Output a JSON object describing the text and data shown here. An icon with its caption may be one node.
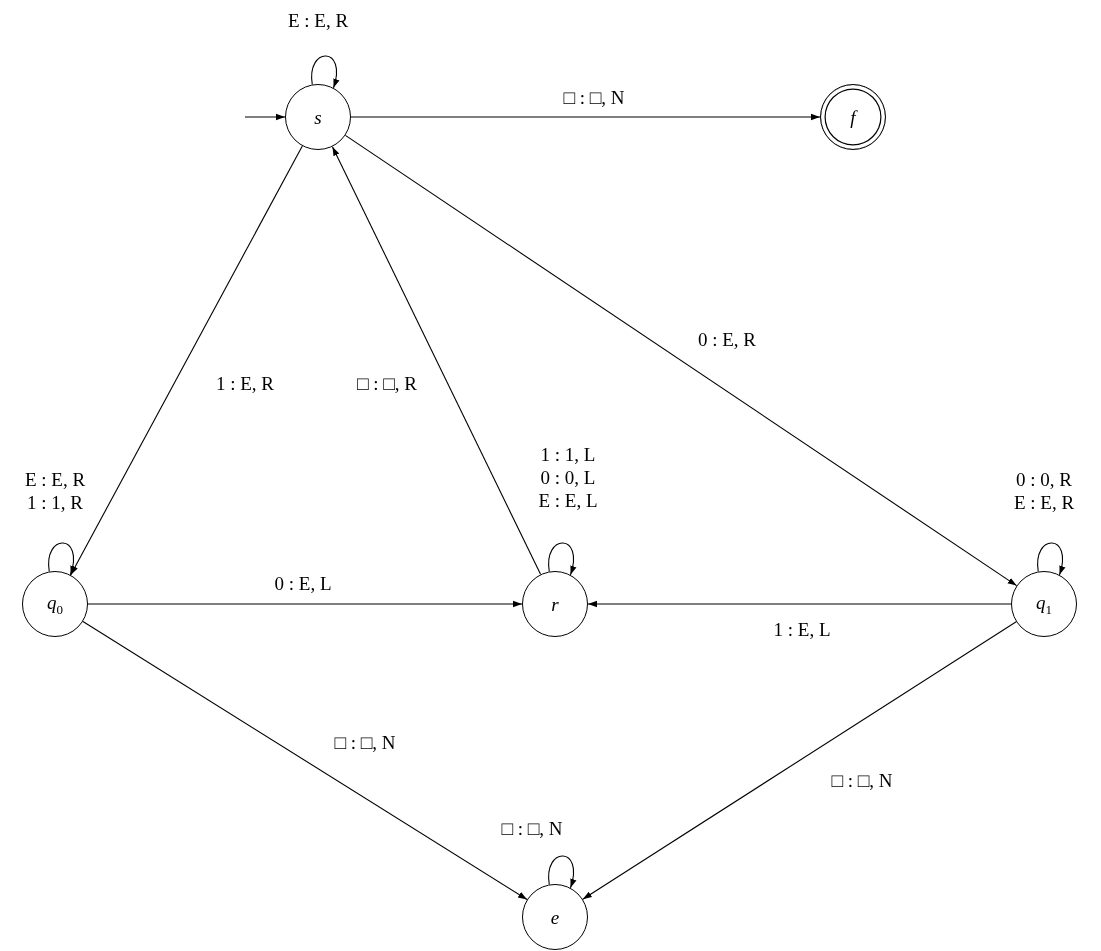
{
  "diagram": {
    "nodes": [
      {
        "text": [
          "s"
        ]
      },
      {
        "text": [
          "f"
        ]
      },
      {
        "text": [
          "q$_{0}$"
        ]
      },
      {
        "text": [
          "r"
        ]
      },
      {
        "text": [
          "q$_{1}$"
        ]
      },
      {
        "text": [
          "e"
        ]
      }
    ],
    "edges": [
      {
        "from": null,
        "to": 0,
        "arrow": "to"
      },
      {
        "from": 0,
        "to": 0,
        "arrow": "to",
        "label": "E : E, R"
      },
      {
        "from": 0,
        "to": 1,
        "arrow": "to",
        "label": "□ : □, N"
      },
      {
        "from": 0,
        "to": 2,
        "arrow": "to",
        "label": "1 : E, R"
      },
      {
        "from": 3,
        "to": 0,
        "arrow": "to",
        "label": "□ : □, R"
      },
      {
        "from": 0,
        "to": 4,
        "arrow": "to",
        "label": "0 : E, R"
      },
      {
        "from": 2,
        "to": 2,
        "arrow": "to",
        "label": "E : E, R 1 : 1, R"
      },
      {
        "from": 3,
        "to": 3,
        "arrow": "to",
        "label": "1 : 1, L 0 : 0, L E : E, L"
      },
      {
        "from": 2,
        "to": 3,
        "arrow": "to",
        "label": "0 : E, L"
      },
      {
        "from": 4,
        "to": 3,
        "arrow": "to",
        "label": "1 : E, L"
      },
      {
        "from": 4,
        "to": 4,
        "arrow": "to",
        "label": "0 : 0, R E : E, R"
      },
      {
        "from": 2,
        "to": 5,
        "arrow": "to",
        "label": "□ : □, N"
      },
      {
        "from": 4,
        "to": 5,
        "arrow": "to",
        "label": "□ : □, N"
      },
      {
        "from": 5,
        "to": 5,
        "arrow": "to",
        "label": "□ : □, N"
      }
    ]
  }
}
